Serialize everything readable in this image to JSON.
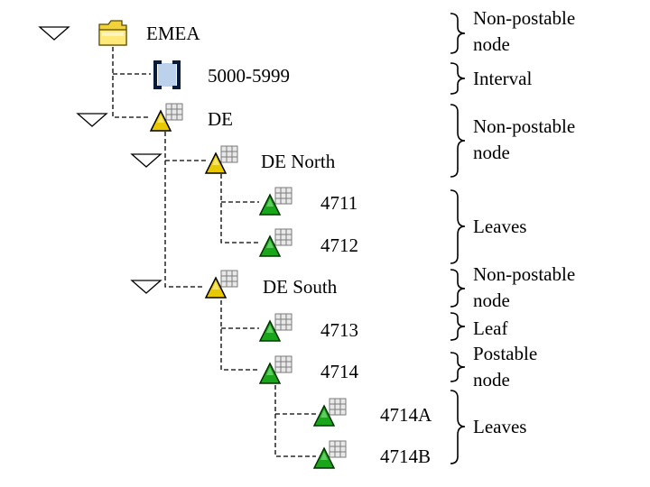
{
  "tree": {
    "emea": "EMEA",
    "interval": "5000-5999",
    "de": "DE",
    "de_north": "DE North",
    "n4711": "4711",
    "n4712": "4712",
    "de_south": "DE South",
    "n4713": "4713",
    "n4714": "4714",
    "n4714a": "4714A",
    "n4714b": "4714B"
  },
  "annotations": {
    "emea": "Non-postable\nnode",
    "interval": "Interval",
    "de": "Non-postable\nnode",
    "north_leaves": "Leaves",
    "de_south": "Non-postable\nnode",
    "n4713": "Leaf",
    "n4714": "Postable\nnode",
    "sub_leaves": "Leaves"
  },
  "colors": {
    "folder": "#f2d23a",
    "non_postable": "#e8c800",
    "leaf": "#1aa61a",
    "interval_fill": "#bcd2ec"
  },
  "icons": {
    "toggle": "triangle-down-icon",
    "folder": "folder-icon",
    "interval": "interval-bracket-icon",
    "hierarchy_node": "yellow-triangle-grid-icon",
    "leaf": "green-triangle-grid-icon"
  }
}
